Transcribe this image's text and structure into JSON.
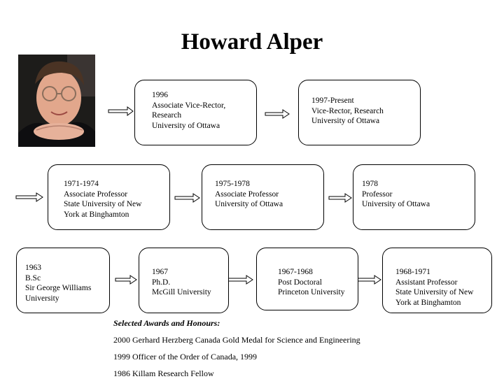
{
  "title": "Howard Alper",
  "nodes": {
    "n1996": [
      "1996",
      "Associate Vice-Rector,",
      "Research",
      "University of Ottawa"
    ],
    "n1997": [
      "1997-Present",
      "Vice-Rector, Research",
      "University of Ottawa"
    ],
    "n1971": [
      "1971-1974",
      "Associate Professor",
      "State University of New",
      "York at Binghamton"
    ],
    "n1975": [
      "1975-1978",
      "Associate Professor",
      "University of Ottawa"
    ],
    "n1978": [
      "1978",
      "Professor",
      "University of Ottawa"
    ],
    "n1963": [
      "1963",
      "B.Sc",
      "Sir George Williams",
      "University"
    ],
    "n1967": [
      "1967",
      "Ph.D.",
      "McGill University"
    ],
    "n1967b": [
      "1967-1968",
      "Post Doctoral",
      "Princeton University"
    ],
    "n1968": [
      "1968-1971",
      "Assistant Professor",
      "State University of New",
      "York at Binghamton"
    ]
  },
  "awards": {
    "heading": "Selected Awards and Honours:",
    "items": [
      "2000 Gerhard Herzberg Canada Gold Medal for Science and Engineering",
      "1999 Officer of the Order of Canada, 1999",
      "1986 Killam Research Fellow"
    ]
  }
}
